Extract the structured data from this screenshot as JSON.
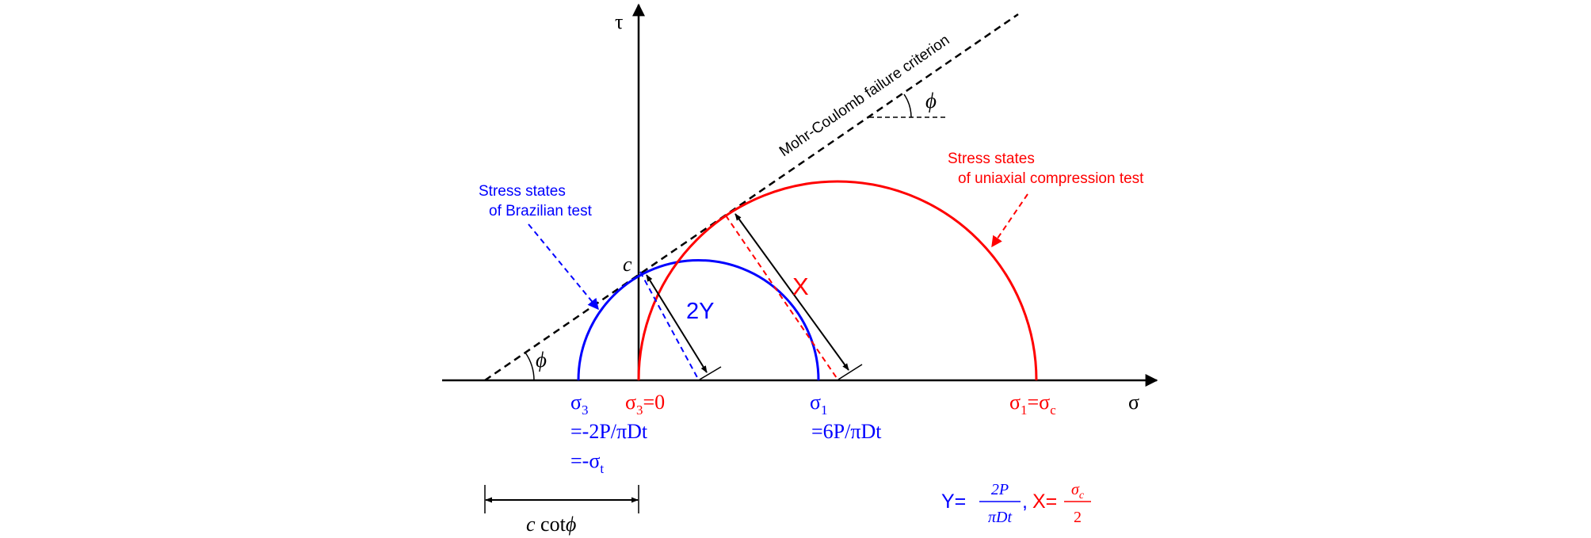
{
  "colors": {
    "black": "#000000",
    "blue": "#0000ff",
    "red": "#ff0000"
  },
  "axes": {
    "tau": "τ",
    "sigma": "σ"
  },
  "criterion_label": "Mohr-Coulomb failure criterion",
  "angle_symbol": "ϕ",
  "cohesion_label": "c",
  "brazilian": {
    "caption_line1": "Stress states",
    "caption_line2": "of Brazilian test",
    "sigma3_label": "σ",
    "sigma3_sub": "3",
    "sigma3_line2": "=-2P/πDt",
    "sigma3_line3_main": "=-σ",
    "sigma3_line3_sub": "t",
    "sigma1_label": "σ",
    "sigma1_sub": "1",
    "sigma1_line2": "=6P/πDt",
    "radius_label": "2Y"
  },
  "uniaxial": {
    "caption_line1": "Stress states",
    "caption_line2": "of uniaxial compression test",
    "sigma3_main": "σ",
    "sigma3_sub": "3",
    "sigma3_eq": "=0",
    "sigma1_main": "σ",
    "sigma1_sub": "1",
    "sigma1_eq": "=σ",
    "sigma1_eq_sub": "c",
    "radius_label": "X"
  },
  "dimension_label": {
    "c": "c",
    "cot": " cot",
    "phi": "ϕ"
  },
  "formula": {
    "y_label": "Y=",
    "y_num": "2P",
    "y_den": "πDt",
    "sep": ",",
    "x_label": " X=",
    "x_num": "σ",
    "x_num_sub": "c",
    "x_den": "2"
  }
}
